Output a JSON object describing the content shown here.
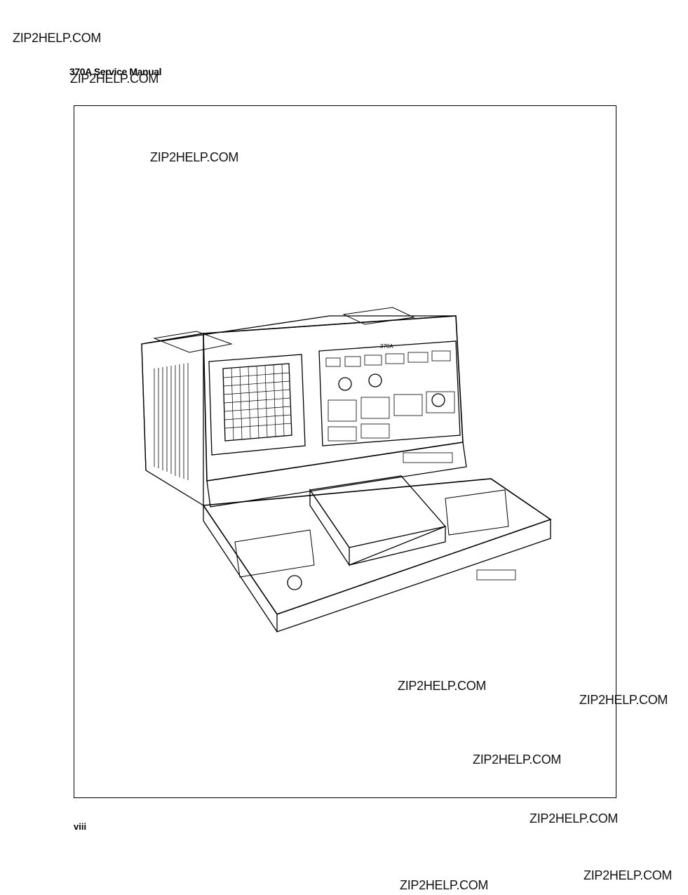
{
  "header": {
    "title": "370A Service Manual"
  },
  "page": {
    "folio": "viii"
  },
  "watermarks": [
    "ZIP2HELP.COM",
    "ZIP2HELP.COM",
    "ZIP2HELP.COM",
    "ZIP2HELP.COM",
    "ZIP2HELP.COM",
    "ZIP2HELP.COM",
    "ZIP2HELP.COM",
    "ZIP2HELP.COM",
    "ZIP2HELP.COM"
  ],
  "figure": {
    "panel_label": "370A"
  }
}
